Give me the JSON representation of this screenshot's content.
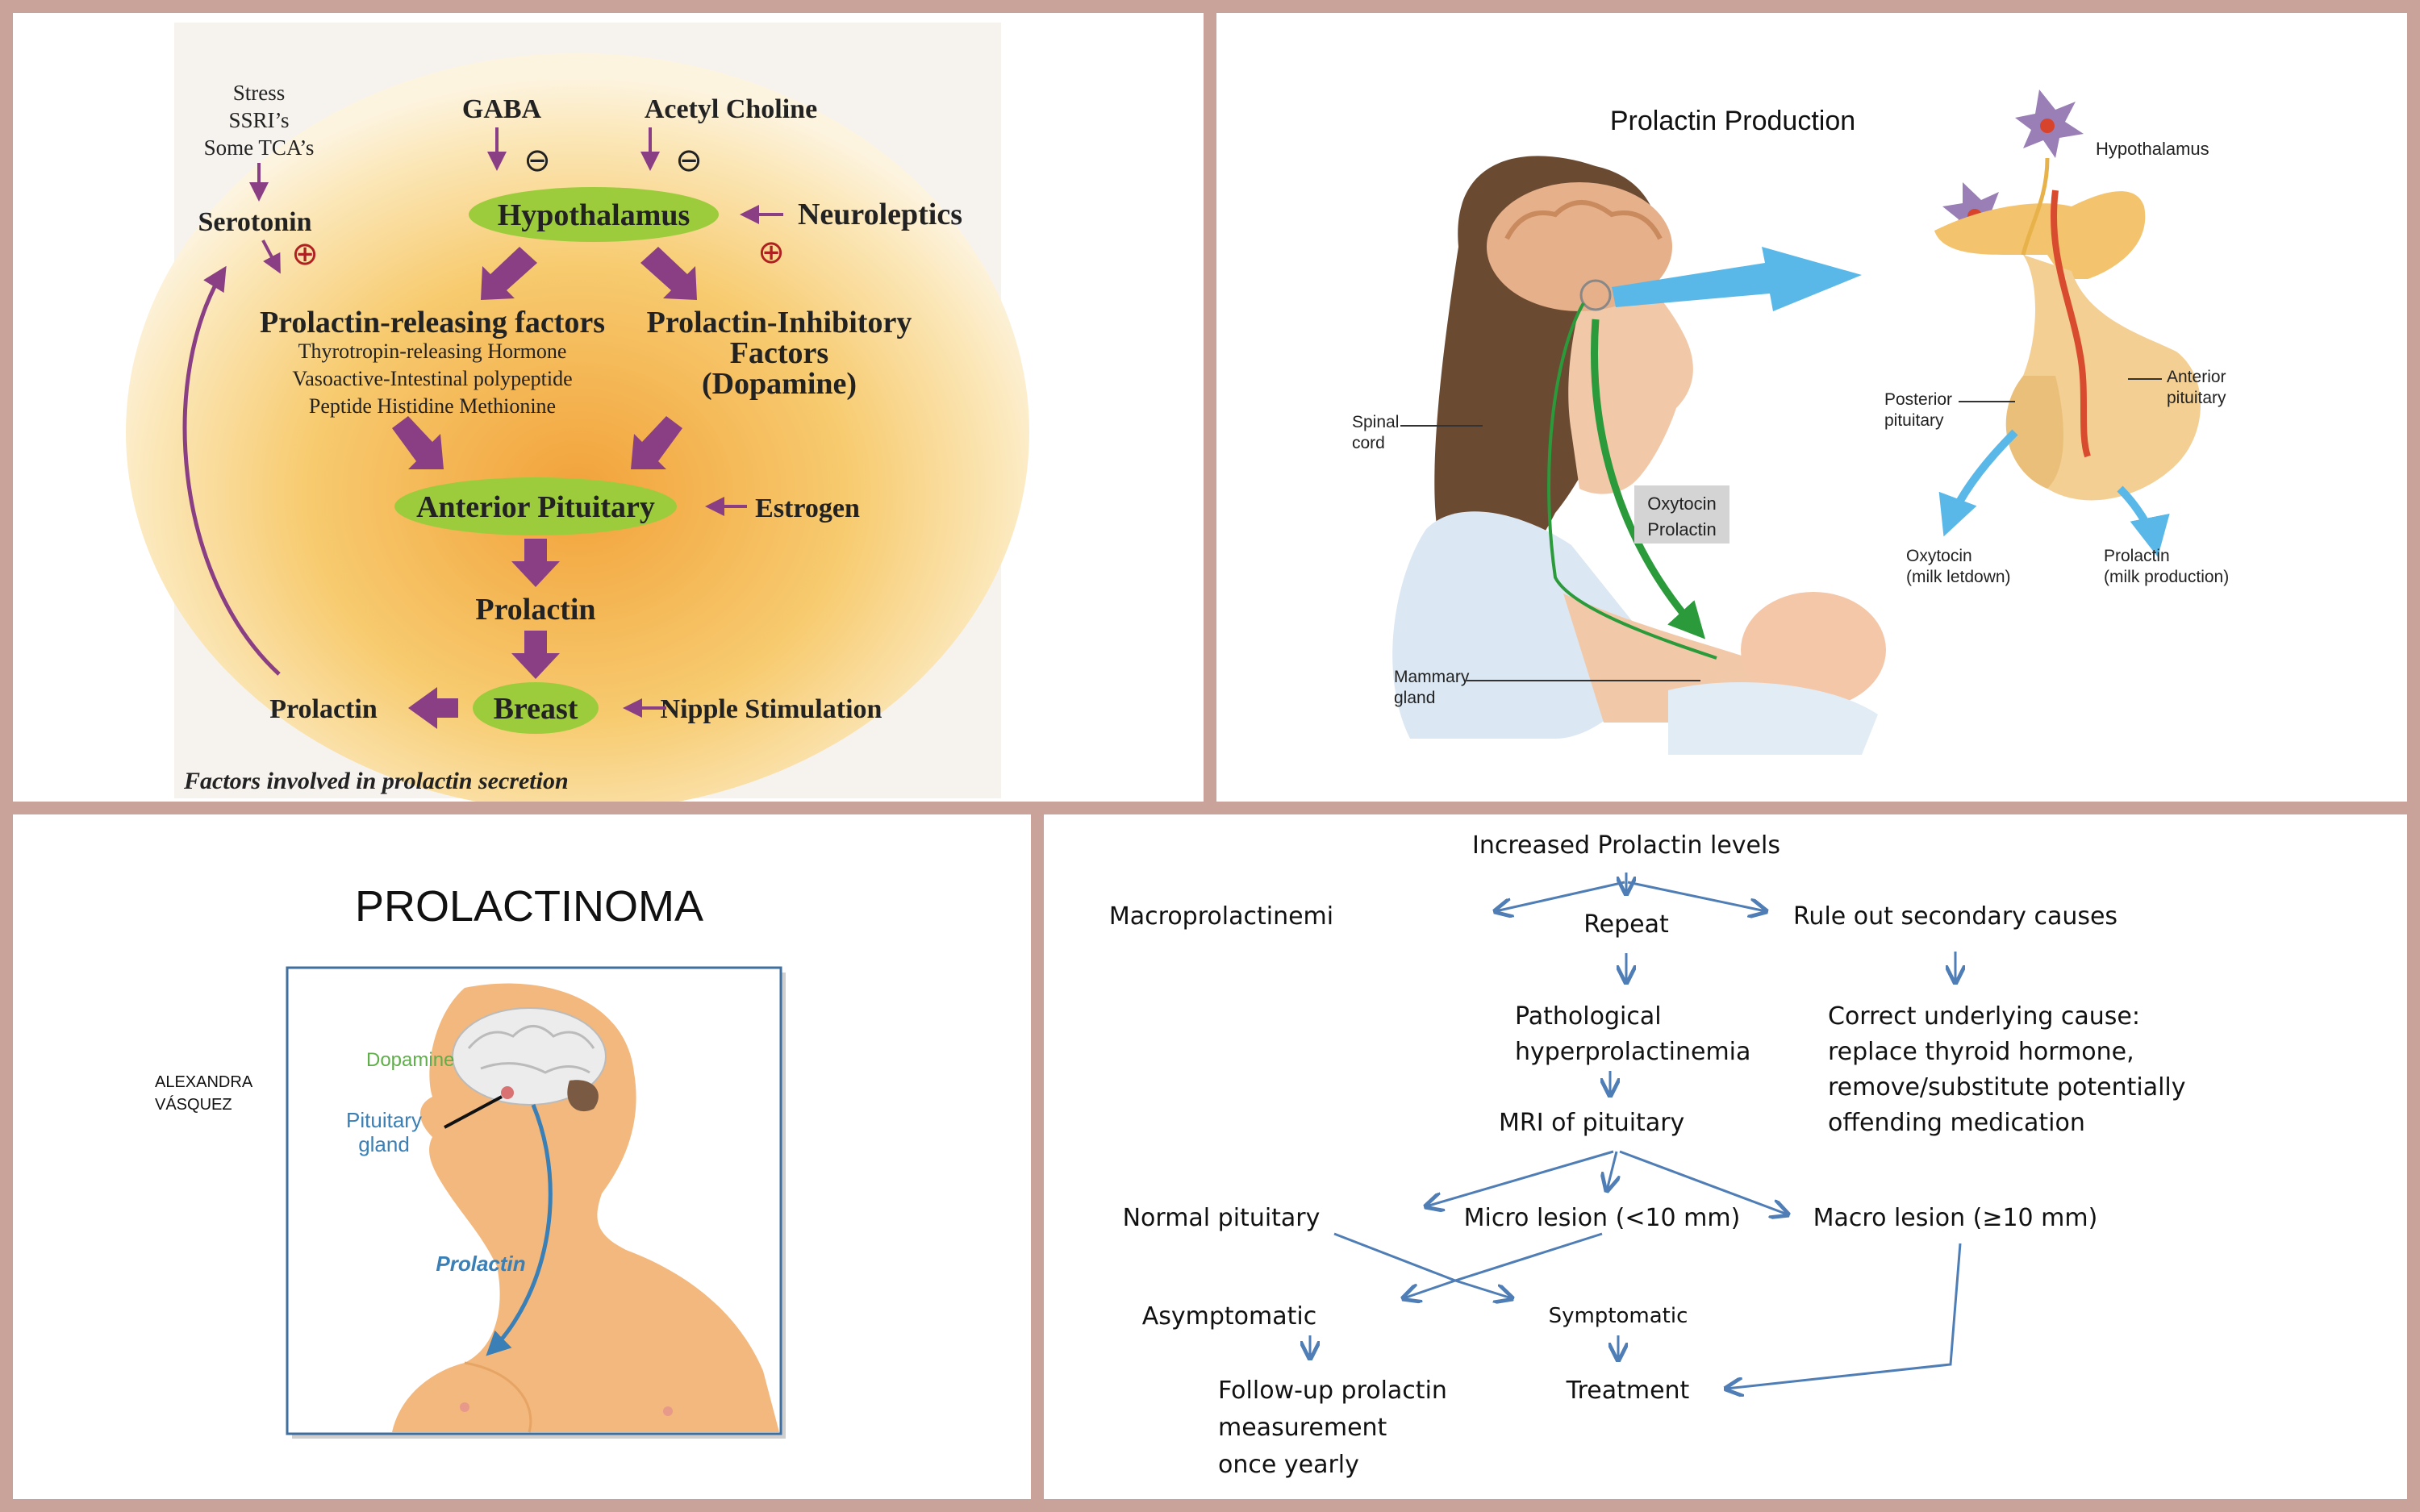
{
  "panel1": {
    "stress_lines": [
      "Stress",
      "SSRI’s",
      "Some TCA’s"
    ],
    "gaba": "GABA",
    "acetylcholine": "Acetyl Choline",
    "minus_symbol": "⊖",
    "plus_symbol": "⊕",
    "serotonin": "Serotonin",
    "hypothalamus": "Hypothalamus",
    "neuroleptics": "Neuroleptics",
    "prf_title": "Prolactin-releasing factors",
    "prf_items": [
      "Thyrotropin-releasing Hormone",
      "Vasoactive-Intestinal polypeptide",
      "Peptide Histidine Methionine"
    ],
    "pif_lines": [
      "Prolactin-Inhibitory",
      "Factors",
      "(Dopamine)"
    ],
    "anterior_pituitary": "Anterior Pituitary",
    "estrogen": "Estrogen",
    "prolactin": "Prolactin",
    "breast": "Breast",
    "prolactin_out": "Prolactin",
    "nipple_stimulation": "Nipple Stimulation",
    "caption": "Factors involved in prolactin secretion",
    "colors": {
      "arrow": "#8a3f85",
      "oval": "#9ccc3c",
      "circle": "#b02020"
    }
  },
  "panel2": {
    "title": "Prolactin Production",
    "hypothalamus": "Hypothalamus",
    "anterior_pituitary": [
      "Anterior",
      "pituitary"
    ],
    "posterior_pituitary": [
      "Posterior",
      "pituitary"
    ],
    "spinal_cord": [
      "Spinal",
      "cord"
    ],
    "hormone_box": [
      "Oxytocin",
      "Prolactin"
    ],
    "oxytocin_out": [
      "Oxytocin",
      "(milk letdown)"
    ],
    "prolactin_out": [
      "Prolactin",
      "(milk production)"
    ],
    "mammary_gland": [
      "Mammary",
      "gland"
    ],
    "colors": {
      "blue_arrow": "#5ab8e8",
      "nerve": "#2a9a3a"
    }
  },
  "panel3": {
    "title": "PROLACTINOMA",
    "author": [
      "ALEXANDRA",
      "VÁSQUEZ"
    ],
    "dopamine": "Dopamine",
    "pituitary_gland": [
      "Pituitary",
      "gland"
    ],
    "prolactin": "Prolactin",
    "colors": {
      "skin": "#f2b87d",
      "label_blue": "#3a7fb5",
      "label_green": "#5fae4a"
    }
  },
  "panel4": {
    "increased": "Increased Prolactin levels",
    "macro": "Macroprolactinemi",
    "repeat": "Repeat",
    "rule_out": "Rule out secondary causes",
    "pathological": [
      "Pathological",
      "hyperprolactinemia"
    ],
    "correct": [
      "Correct underlying cause:",
      "replace thyroid hormone,",
      "remove/substitute potentially",
      "offending medication"
    ],
    "mri": "MRI of pituitary",
    "normal": "Normal pituitary",
    "micro": "Micro lesion (<10 mm)",
    "macro_lesion": "Macro lesion (≥10 mm)",
    "asymptomatic": "Asymptomatic",
    "symptomatic": "Symptomatic",
    "followup": [
      "Follow-up prolactin",
      "measurement",
      "once yearly"
    ],
    "treatment": "Treatment",
    "colors": {
      "arrow": "#4f7db5"
    }
  }
}
